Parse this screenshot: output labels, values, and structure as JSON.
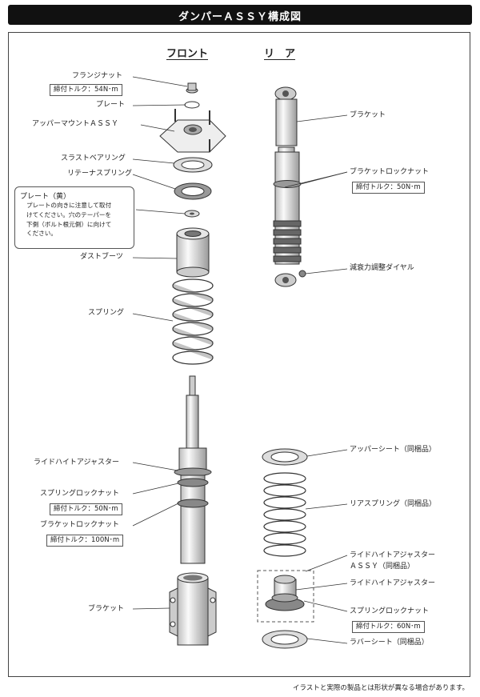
{
  "title": "ダンパーＡＳＳＹ構成図",
  "headers": {
    "front": "フロント",
    "rear": "リ　ア"
  },
  "front_labels": {
    "flange_nut": "フランジナット",
    "flange_nut_torque": "締付トルク：54N･m",
    "plate": "プレート",
    "upper_mount": "アッパーマウントＡＳＳＹ",
    "thrust_bearing": "スラストベアリング",
    "retainer_spring": "リテーナスプリング",
    "dust_boot": "ダストブーツ",
    "spring": "スプリング",
    "ride_height_adjuster": "ライドハイトアジャスター",
    "spring_lock_nut": "スプリングロックナット",
    "spring_lock_nut_torque": "締付トルク：50N･m",
    "bracket_lock_nut": "ブラケットロックナット",
    "bracket_lock_nut_torque": "締付トルク：100N･m",
    "bracket": "ブラケット"
  },
  "note": {
    "heading": "プレート（黄）",
    "line1": "プレートの向きに注意して取付",
    "line2": "けてください。穴のテーパーを",
    "line3": "下側（ボルト根元側）に向けて",
    "line4": "ください。"
  },
  "rear_labels": {
    "bracket": "ブラケット",
    "bracket_lock_nut": "ブラケットロックナット",
    "bracket_lock_nut_torque": "締付トルク：50N･m",
    "damping_dial": "減衰力調整ダイヤル",
    "upper_seat": "アッパーシート（同梱品）",
    "rear_spring": "リアスプリング（同梱品）",
    "ride_height_assy_line1": "ライドハイトアジャスター",
    "ride_height_assy_line2": "ＡＳＳＹ（同梱品）",
    "ride_height_adjuster": "ライドハイトアジャスター",
    "spring_lock_nut": "スプリングロックナット",
    "spring_lock_nut_torque": "締付トルク：60N･m",
    "rubber_seat": "ラバーシート（同梱品）"
  },
  "footer": "イラストと実際の製品とは形状が異なる場合があります。"
}
